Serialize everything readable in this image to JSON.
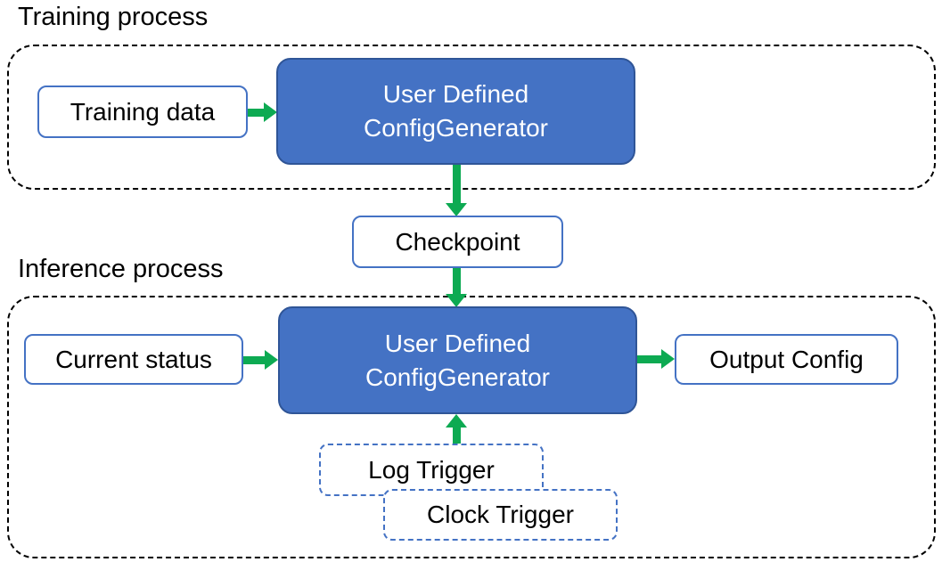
{
  "diagram": {
    "training_section_label": "Training process",
    "inference_section_label": "Inference process",
    "nodes": {
      "training_data": {
        "label": "Training data"
      },
      "generator_training": {
        "line1": "User Defined",
        "line2": "ConfigGenerator"
      },
      "checkpoint": {
        "label": "Checkpoint"
      },
      "current_status": {
        "label": "Current status"
      },
      "generator_inference": {
        "line1": "User Defined",
        "line2": "ConfigGenerator"
      },
      "output_config": {
        "label": "Output Config"
      },
      "log_trigger": {
        "label": "Log Trigger"
      },
      "clock_trigger": {
        "label": "Clock Trigger"
      }
    },
    "colors": {
      "node_fill_blue": "#4472C4",
      "node_border_dark_blue": "#2F5597",
      "outline_blue": "#4472C4",
      "arrow_green": "#0DAA52",
      "dashed_black": "#000000",
      "text_white": "#FFFFFF",
      "text_black": "#000000"
    }
  }
}
